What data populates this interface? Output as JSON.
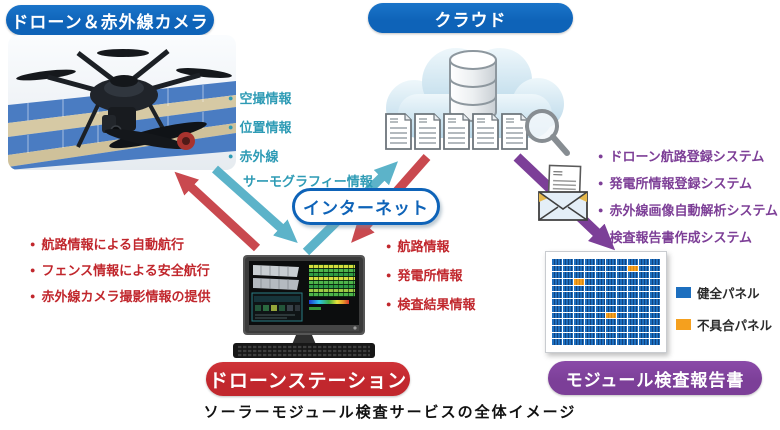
{
  "diagram": {
    "title_caption": "ソーラーモジュール検査サービスの全体イメージ",
    "nodes": {
      "drone_camera": {
        "label": "ドローン＆赤外線カメラ"
      },
      "cloud": {
        "label": "クラウド"
      },
      "internet": {
        "label": "インターネット"
      },
      "drone_station": {
        "label": "ドローンステーション"
      },
      "module_report": {
        "label": "モジュール検査報告書"
      }
    },
    "flows": {
      "aerial_info": {
        "color": "#2e9bb5",
        "items": [
          {
            "text": "空撮情報",
            "bullet": true
          },
          {
            "text": "位置情報",
            "bullet": true
          },
          {
            "text": "赤外線",
            "bullet": true
          },
          {
            "text": "サーモグラフィー情報",
            "bullet": false
          }
        ]
      },
      "cloud_systems": {
        "color": "#7d3f97",
        "items": [
          {
            "text": "ドローン航路登録システム",
            "bullet": true
          },
          {
            "text": "発電所情報登録システム",
            "bullet": true
          },
          {
            "text": "赤外線画像自動解析システム",
            "bullet": true
          },
          {
            "text": "検査報告書作成システム",
            "bullet": true
          }
        ]
      },
      "station_features": {
        "color": "#c1272d",
        "items": [
          {
            "text": "航路情報による自動航行",
            "bullet": true
          },
          {
            "text": "フェンス情報による安全航行",
            "bullet": true
          },
          {
            "text": "赤外線カメラ撮影情報の提供",
            "bullet": true
          }
        ]
      },
      "cloud_outputs": {
        "color": "#c1272d",
        "items": [
          {
            "text": "航路情報",
            "bullet": true
          },
          {
            "text": "発電所情報",
            "bullet": true
          },
          {
            "text": "検査結果情報",
            "bullet": true
          }
        ]
      }
    },
    "legend": [
      {
        "label": "健全パネル",
        "color": "#1d6fbf"
      },
      {
        "label": "不具合パネル",
        "color": "#f5a01e"
      }
    ],
    "report_grid": {
      "rows": 13,
      "cols": 10,
      "panel_color": "#1d6fbf",
      "defect_color": "#f5a01e",
      "defect_cells": [
        [
          1,
          7
        ],
        [
          3,
          2
        ],
        [
          8,
          5
        ]
      ]
    },
    "colors": {
      "blue_pill": "#0e63b8",
      "red_pill": "#c1272d",
      "purple_pill": "#7c3f98",
      "upload_arrow": "#5cb3c9",
      "download_arrow": "#c9494f",
      "report_arrow": "#7c3f98",
      "teal_text": "#2e9bb5",
      "red_text": "#c1272d",
      "purple_text": "#7d3f97",
      "panel_blue": "#1d6fbf",
      "panel_defect": "#f5a01e"
    }
  }
}
